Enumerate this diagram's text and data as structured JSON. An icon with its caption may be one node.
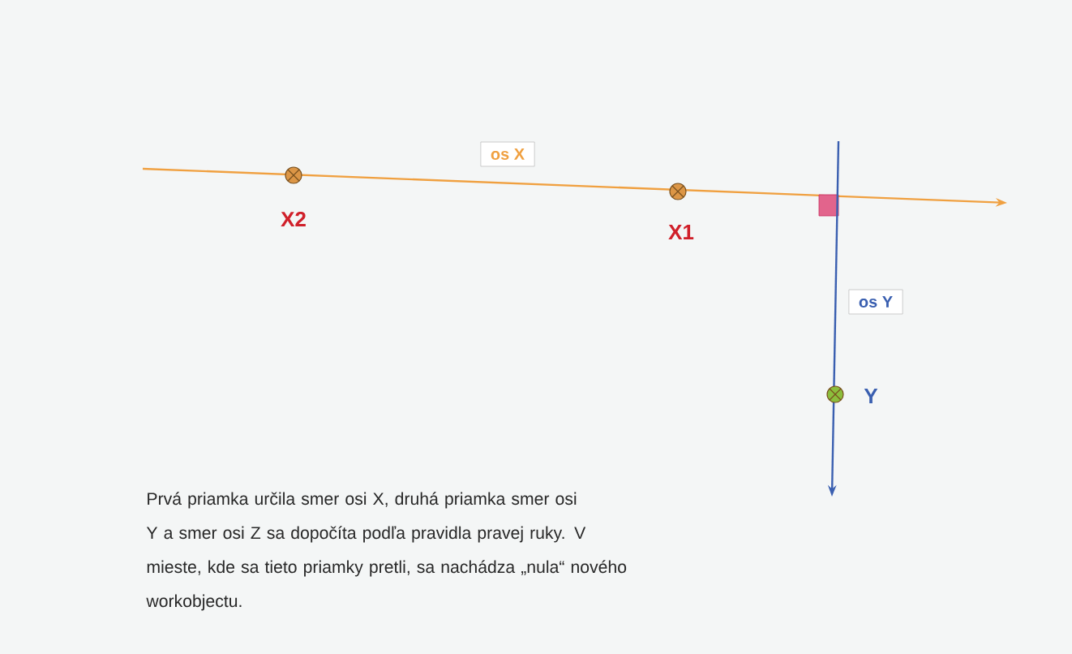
{
  "diagram": {
    "caption": "Prvá priamka určila smer osi X, druhá priamka smer osi Y a smer osi Z sa dopočíta podľa pravidla pravej ruky. V mieste, kde sa tieto priamky pretli, sa nachádza „nula“ nového workobjectu.",
    "nodes": [
      {
        "text": [
          "os X"
        ]
      },
      {
        "text": [
          "os Y"
        ]
      }
    ],
    "labels": [
      "X2",
      "X1",
      "Y"
    ]
  }
}
